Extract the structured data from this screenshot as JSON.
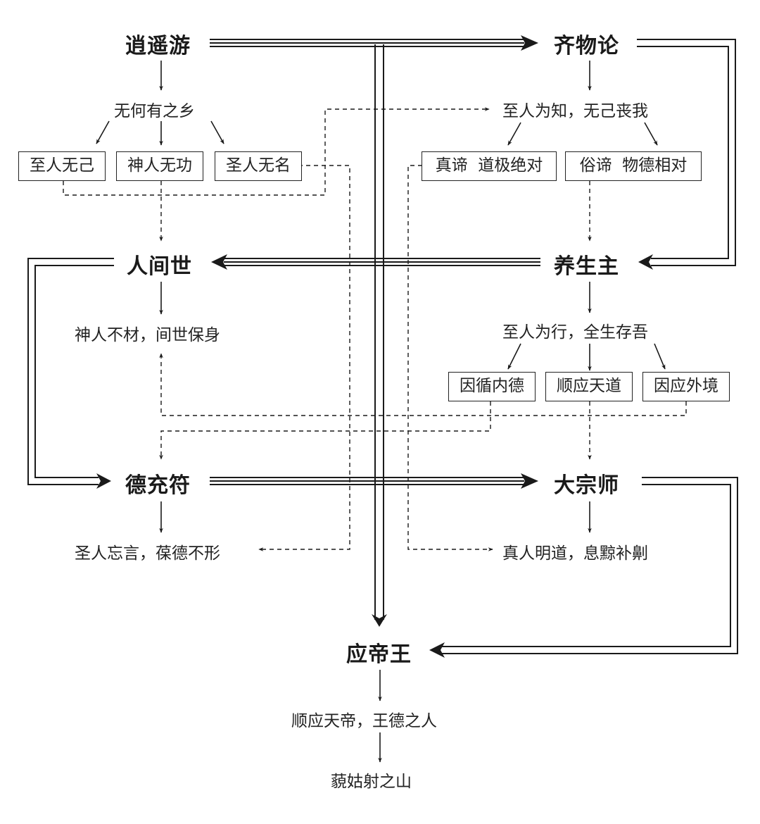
{
  "chapters": {
    "xiaoyaoyou": "逍遥游",
    "qiwulun": "齐物论",
    "renjianshi": "人间世",
    "yangshengzhu": "养生主",
    "dechongfu": "德充符",
    "dazongshi": "大宗师",
    "yingdiwang": "应帝王"
  },
  "themes": {
    "xiaoyaoyou": "无何有之乡",
    "qiwulun": "至人为知，无己丧我",
    "renjianshi": "神人不材，间世保身",
    "yangshengzhu": "至人为行，全生存吾",
    "dechongfu": "圣人忘言，葆德不形",
    "dazongshi": "真人明道，息黥补劓",
    "yingdiwang": "顺应天帝，王德之人",
    "final": "藐姑射之山"
  },
  "boxes": {
    "zhirenwuji": "至人无己",
    "shenrenwugong": "神人无功",
    "shengrenwuming": "圣人无名",
    "zhendi": "真谛  道极绝对",
    "sudi": "俗谛  物德相对",
    "yinxunneide": "因循内德",
    "shunyingtiandao": "顺应天道",
    "yinyingwaijing": "因应外境"
  },
  "colors": {
    "line": "#1a1a1a",
    "background": "#ffffff"
  }
}
